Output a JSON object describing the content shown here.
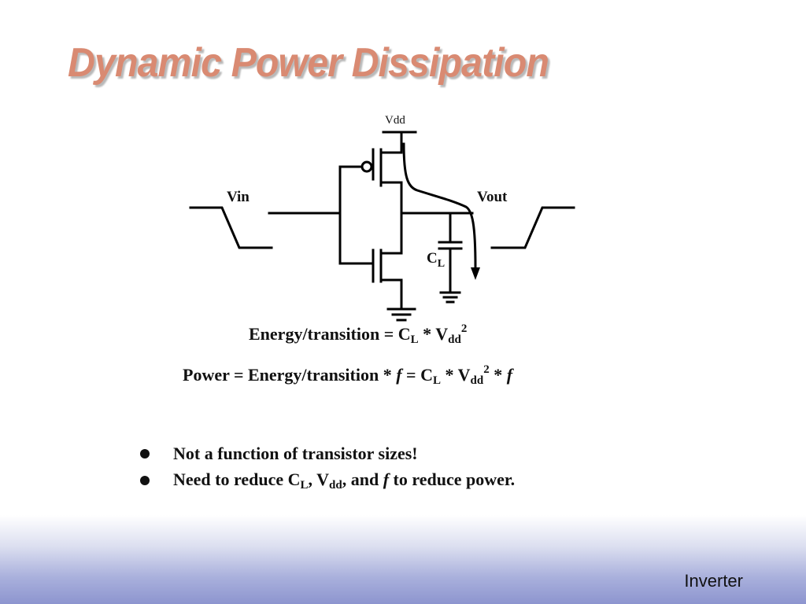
{
  "title": "Dynamic Power Dissipation",
  "circuit": {
    "vdd": "Vdd",
    "vin": "Vin",
    "vout": "Vout",
    "cap_main": "C",
    "cap_sub": "L"
  },
  "energy": {
    "prefix": "Energy/transition = C",
    "sub1": "L",
    "mid": " * V",
    "sub2": "dd",
    "sup": "2"
  },
  "power": {
    "prefix": "Power = Energy/transition * ",
    "f1": "f",
    "mid1": " = C",
    "sub1": "L",
    "mid2": " * V",
    "sub2": "dd",
    "sup": "2",
    "mid3": " * ",
    "f2": "f"
  },
  "bullets": {
    "b1": "Not a function of transistor sizes!",
    "b2_a": "Need to reduce C",
    "b2_sub1": "L",
    "b2_b": ", V",
    "b2_sub2": "dd",
    "b2_c": ", and ",
    "b2_f": "f",
    "b2_d": " to reduce power."
  },
  "footer": "Inverter"
}
